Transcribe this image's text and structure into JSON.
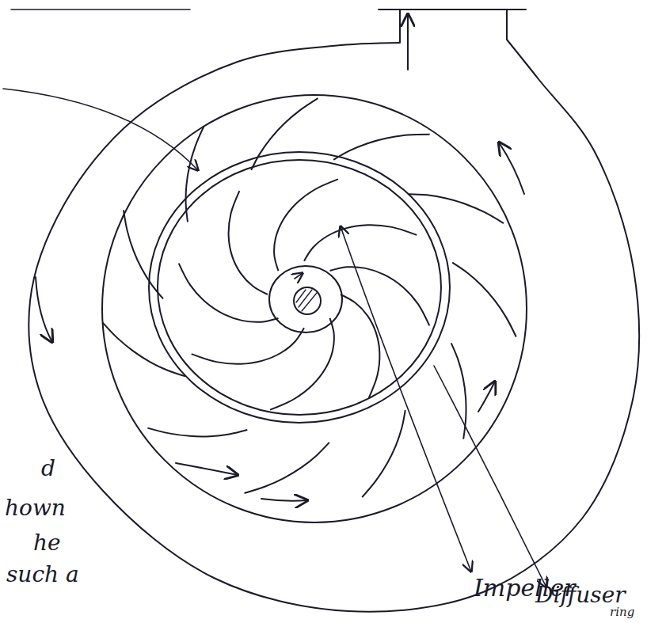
{
  "diagram": {
    "labels": [
      "Impeller",
      "Diffuser",
      "ring",
      "d",
      "hown",
      "he",
      "such a"
    ]
  }
}
